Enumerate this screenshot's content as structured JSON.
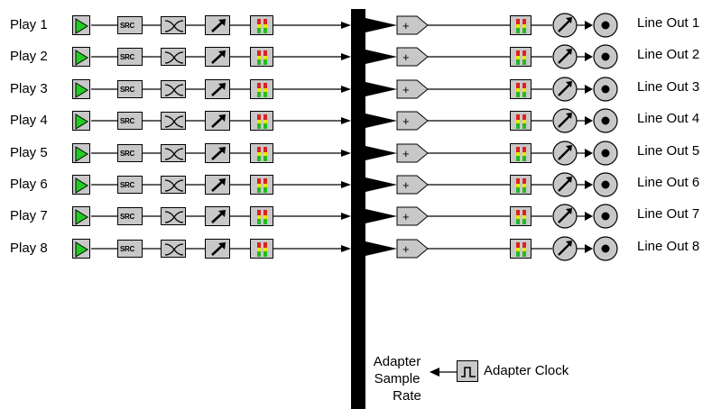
{
  "inputs": [
    "Play 1",
    "Play 2",
    "Play 3",
    "Play 4",
    "Play 5",
    "Play 6",
    "Play 7",
    "Play 8"
  ],
  "outputs": [
    "Line Out 1",
    "Line Out 2",
    "Line Out 3",
    "Line Out 4",
    "Line Out 5",
    "Line Out 6",
    "Line Out 7",
    "Line Out 8"
  ],
  "src_label": "SRC",
  "mixer_symbol": "+",
  "clock": {
    "label": "Adapter Clock",
    "rate_label_line1": "Adapter",
    "rate_label_line2": "Sample",
    "rate_label_line3": "Rate"
  },
  "colors": {
    "play_green": "#22cc22",
    "meter_red": "#dd2222",
    "meter_yellow": "#e8e800",
    "meter_green": "#22bb22",
    "module_gray": "#c8c8c8",
    "bus": "#000000"
  },
  "icons": [
    "play-icon",
    "src-icon",
    "crossover-icon",
    "gain-arrow-icon",
    "level-meter-icon",
    "mixer-icon",
    "volume-knob-icon",
    "speaker-output-icon",
    "square-wave-clock-icon"
  ]
}
